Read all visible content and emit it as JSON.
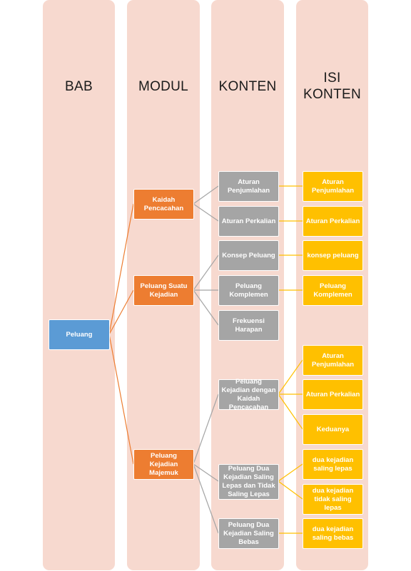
{
  "headers": {
    "bab": "BAB",
    "modul": "MODUL",
    "konten": "KONTEN",
    "isi_line1": "ISI",
    "isi_line2": "KONTEN"
  },
  "bab": {
    "peluang": "Peluang"
  },
  "modul": {
    "kaidah": "Kaidah Pencacahan",
    "suatu": "Peluang Suatu Kejadian",
    "majemuk": "Peluang Kejadian Majemuk"
  },
  "konten": {
    "penjumlahan": "Aturan Penjumlahan",
    "perkalian": "Aturan Perkalian",
    "konsep": "Konsep Peluang",
    "komplemen": "Peluang Komplemen",
    "frekuensi": "Frekuensi Harapan",
    "kejadian_kaidah": "Peluang Kejadian dengan Kaidah Pencacahan",
    "dua_saling_lepas": "Peluang Dua Kejadian Saling Lepas dan Tidak Saling Lepas",
    "dua_saling_bebas": "Peluang Dua Kejadian Saling Bebas"
  },
  "isi": {
    "penjumlahan": "Aturan Penjumlahan",
    "perkalian": "Aturan Perkalian",
    "konsep": "konsep peluang",
    "komplemen": "Peluang Komplemen",
    "penjumlahan_2": "Aturan Penjumlahan",
    "perkalian_2": "Aturan Perkalian",
    "keduanya": "Keduanya",
    "saling_lepas": "dua kejadian saling lepas",
    "tidak_saling_lepas": "dua kejadian tidak saling lepas",
    "saling_bebas": "dua kejadian saling bebas"
  },
  "colors": {
    "column_bg": "#f7d9cf",
    "bab_node": "#5b9bd5",
    "modul_node": "#ed7d31",
    "konten_node": "#a5a5a5",
    "isi_node": "#ffc000"
  }
}
